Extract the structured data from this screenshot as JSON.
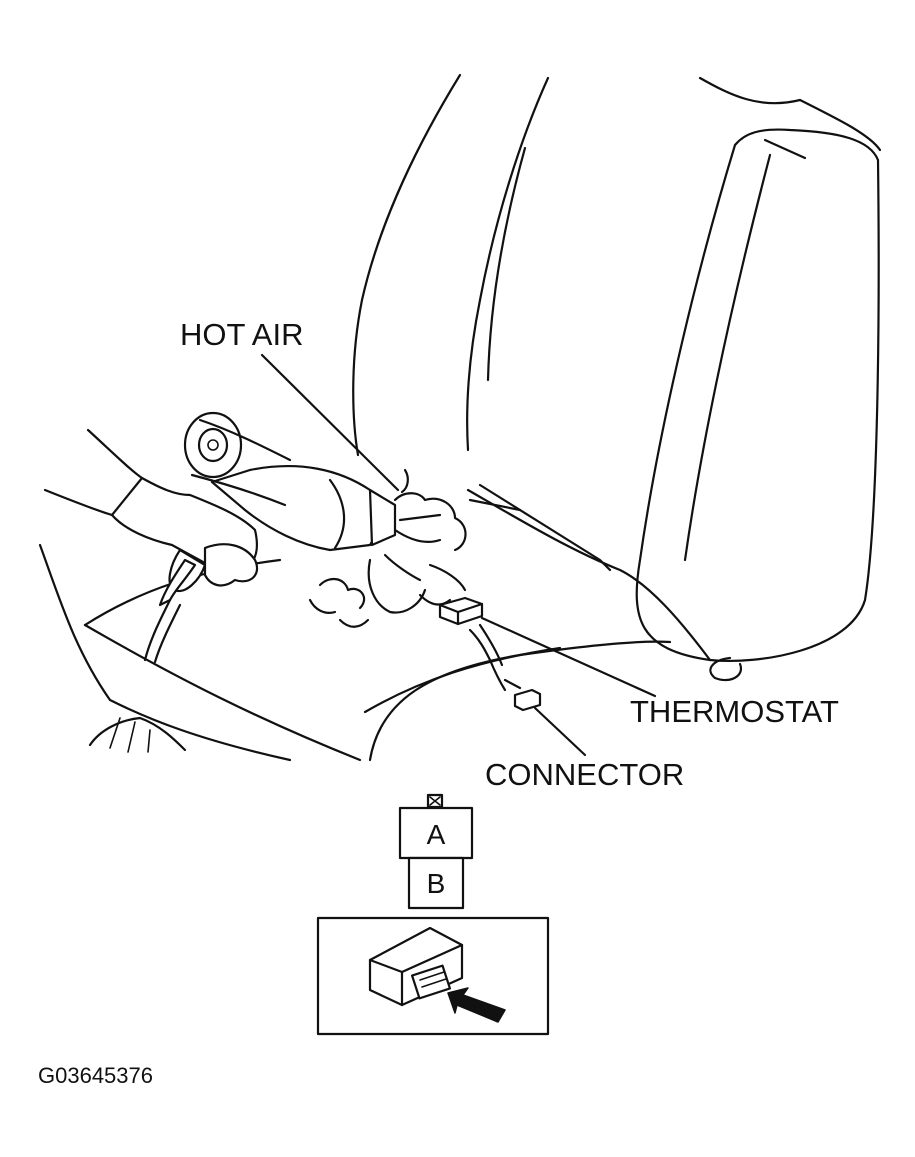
{
  "labels": {
    "hot_air": "HOT AIR",
    "thermostat": "THERMOSTAT",
    "connector": "CONNECTOR",
    "box_a": "A",
    "box_b": "B",
    "figure_code": "G03645376"
  }
}
